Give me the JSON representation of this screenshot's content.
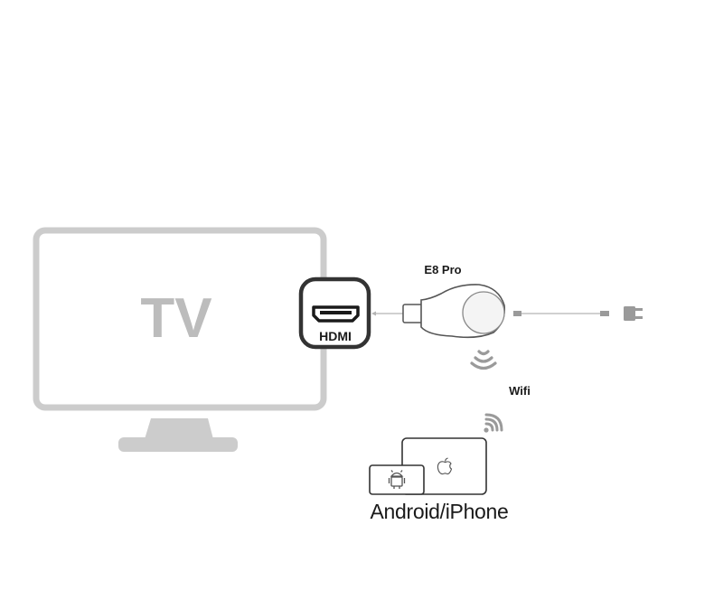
{
  "tv": {
    "label": "TV",
    "port_label": "HDMI"
  },
  "dongle": {
    "model": "E8 Pro"
  },
  "wireless": {
    "label": "Wifi"
  },
  "devices": {
    "label": "Android/iPhone",
    "icons": [
      "android-icon",
      "apple-icon"
    ]
  },
  "colors": {
    "device_gray": "#cccccc",
    "dark_outline": "#333333",
    "line_gray": "#b3b3b3"
  }
}
